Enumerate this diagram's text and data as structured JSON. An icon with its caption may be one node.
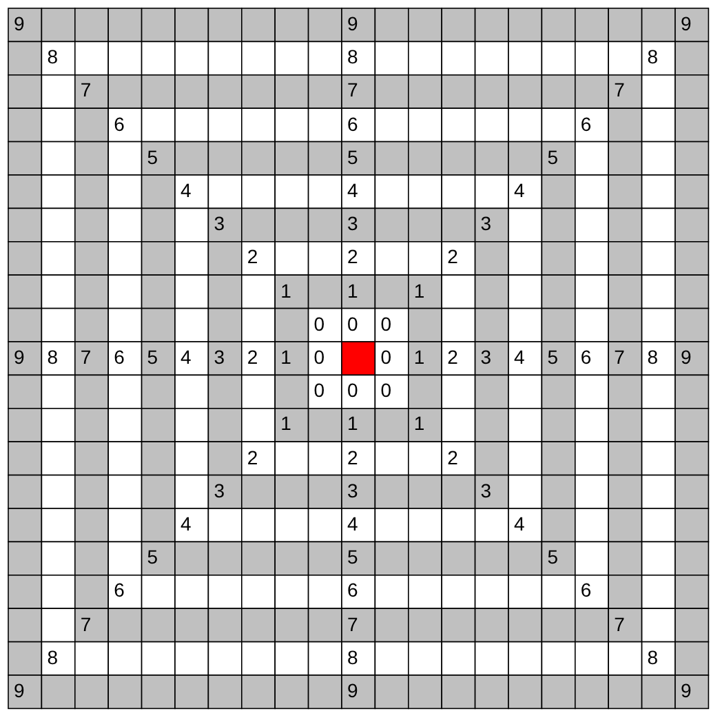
{
  "diagram": {
    "labels": [
      "9",
      "9",
      "9",
      "8",
      "8",
      "8",
      "7",
      "7",
      "7",
      "6",
      "6",
      "6",
      "5",
      "5",
      "5",
      "4",
      "4",
      "4",
      "3",
      "3",
      "3",
      "2",
      "2",
      "2",
      "1",
      "1",
      "1",
      "0",
      "0",
      "0",
      "9",
      "8",
      "7",
      "6",
      "5",
      "4",
      "3",
      "2",
      "1",
      "0",
      "0",
      "1",
      "2",
      "3",
      "4",
      "5",
      "6",
      "7",
      "8",
      "9",
      "0",
      "0",
      "0",
      "1",
      "1",
      "1",
      "2",
      "2",
      "2",
      "3",
      "3",
      "3",
      "4",
      "4",
      "4",
      "5",
      "5",
      "5",
      "6",
      "6",
      "6",
      "7",
      "7",
      "7",
      "8",
      "8",
      "8",
      "9",
      "9",
      "9"
    ]
  }
}
